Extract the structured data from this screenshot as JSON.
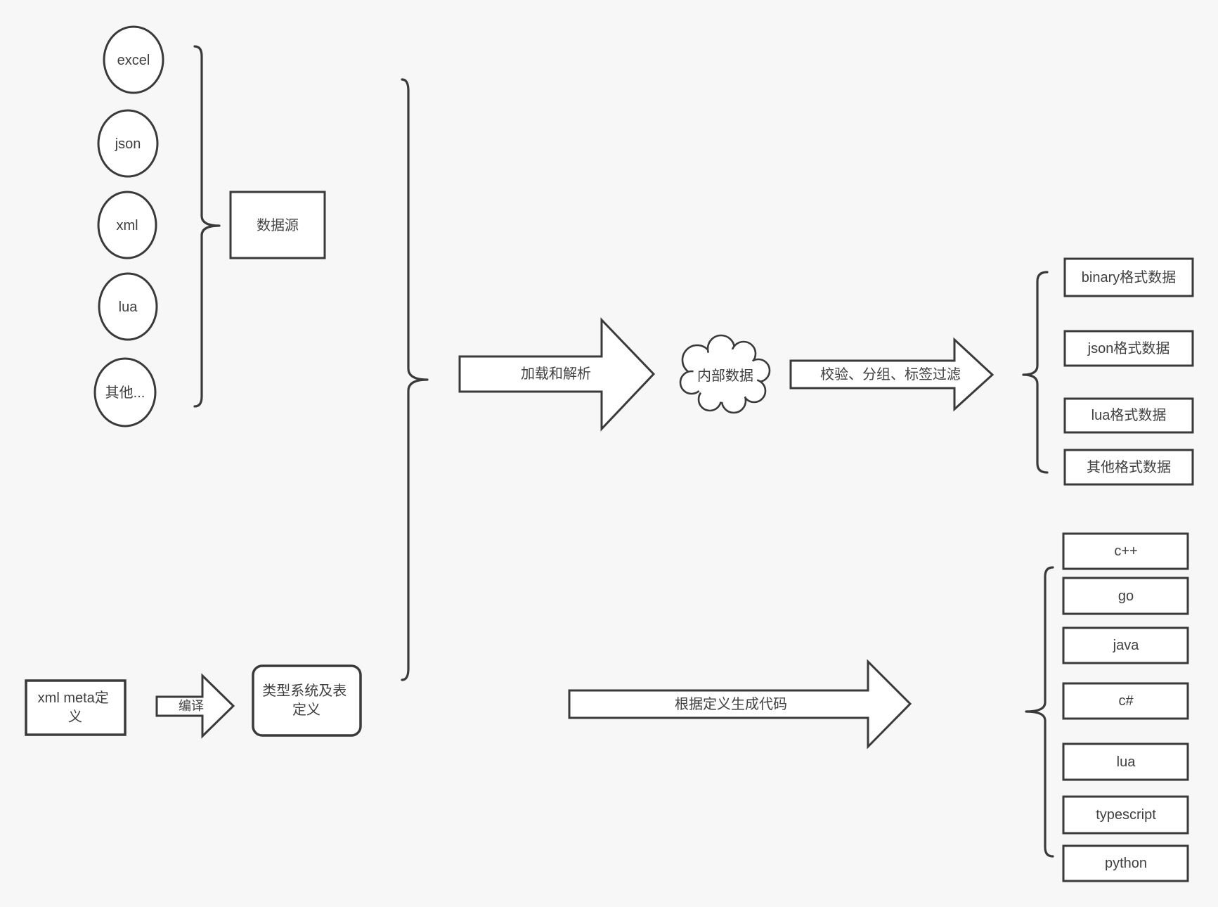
{
  "colors": {
    "background": "#f7f7f7",
    "stroke": "#3a3a3a",
    "text": "#3f3f3f",
    "shape_fill": "#ffffff"
  },
  "sources": {
    "items": [
      "excel",
      "json",
      "xml",
      "lua",
      "其他..."
    ],
    "group_label": "数据源"
  },
  "meta": {
    "box_label": "xml meta定义",
    "box_lines": [
      "xml meta定",
      "义"
    ],
    "compile_label": "编译"
  },
  "type_system": {
    "label": "类型系统及表定义",
    "lines": [
      "类型系统及表",
      "定义"
    ]
  },
  "flow": {
    "load_label": "加载和解析",
    "internal_data_label": "内部数据",
    "filter_label": "校验、分组、标签过滤"
  },
  "formats": [
    "binary格式数据",
    "json格式数据",
    "lua格式数据",
    "其他格式数据"
  ],
  "codegen": {
    "label": "根据定义生成代码"
  },
  "languages": [
    "c++",
    "go",
    "java",
    "c#",
    "lua",
    "typescript",
    "python"
  ]
}
